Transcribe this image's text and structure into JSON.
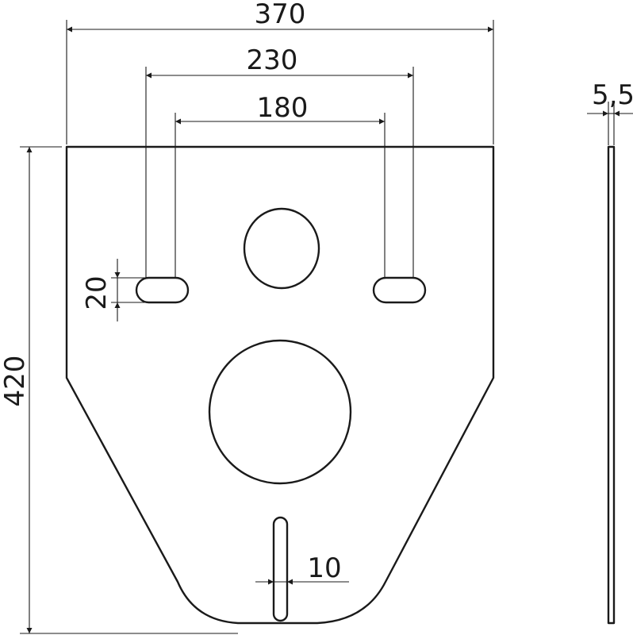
{
  "drawing": {
    "colors": {
      "line": "#1a1a1a",
      "background": "#ffffff"
    },
    "dimensions": {
      "overall_width": "370",
      "bolt_outer_spacing": "230",
      "bolt_inner_spacing": "180",
      "slot_height": "20",
      "overall_height": "420",
      "bottom_slot_width": "10",
      "thickness": "5,5"
    }
  }
}
